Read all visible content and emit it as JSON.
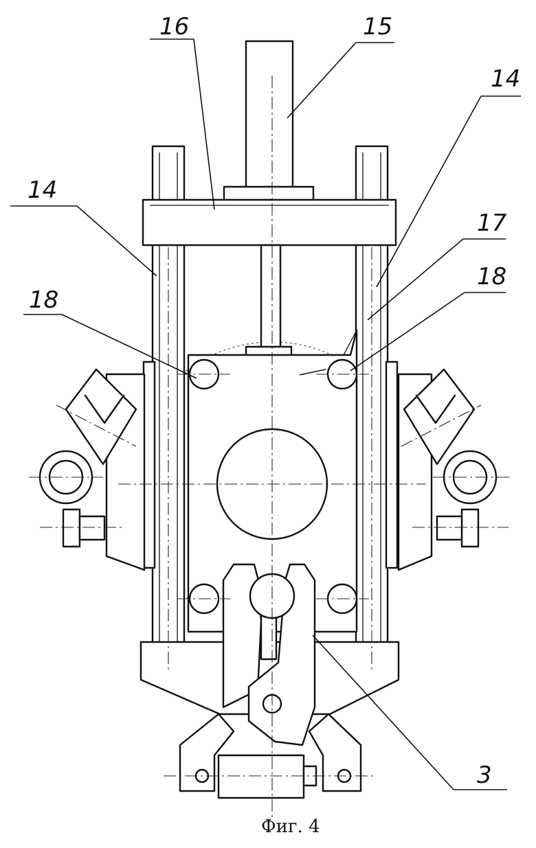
{
  "figure": {
    "caption": "Фиг. 4",
    "labels": {
      "l16": "16",
      "l15": "15",
      "l14_right": "14",
      "l14_left": "14",
      "l17": "17",
      "l18_left": "18",
      "l18_right": "18",
      "l3": "3"
    }
  }
}
